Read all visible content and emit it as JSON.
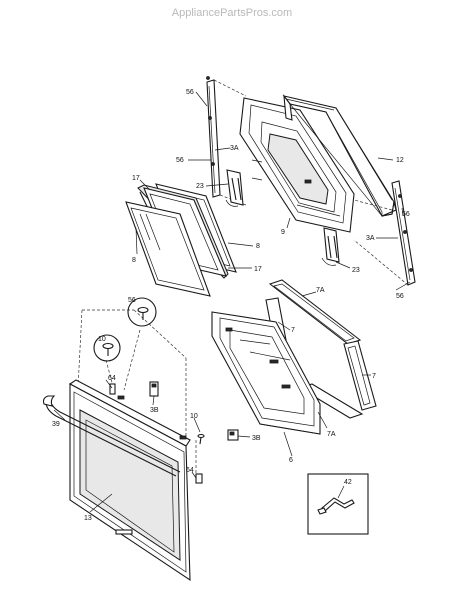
{
  "watermark": "AppliancePartsPros.com",
  "callouts": {
    "c56a": "56",
    "c3Aa": "3A",
    "c56b": "56",
    "c12": "12",
    "c23a": "23",
    "c9": "9",
    "c17a": "17",
    "c8a": "8",
    "c17b": "17",
    "c8b": "8",
    "c56c": "56",
    "c3Ab": "3A",
    "c23b": "23",
    "c56d": "56",
    "c7Aa": "7A",
    "c7a": "7",
    "c7b": "7",
    "c7Ab": "7A",
    "c6": "6",
    "c56e": "56",
    "c10a": "10",
    "c64a": "64",
    "c3Ba": "3B",
    "c39": "39",
    "c10b": "10",
    "c3Bb": "3B",
    "c64b": "64",
    "c13": "13",
    "c42": "42"
  }
}
